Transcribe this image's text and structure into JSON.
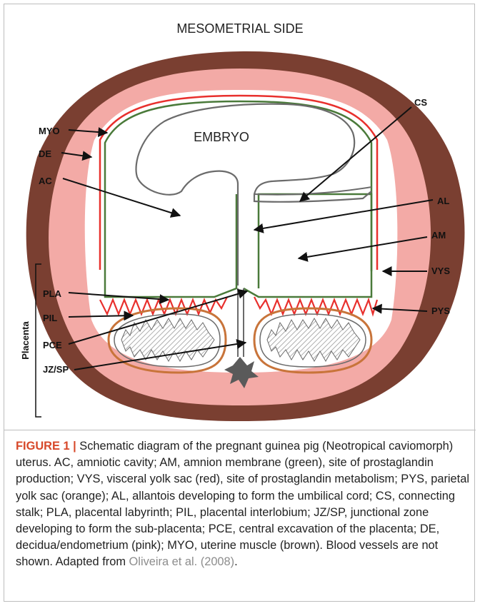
{
  "diagram": {
    "title": "MESOMETRIAL SIDE",
    "embryo_label": "EMBRYO",
    "labels": {
      "myo": "MYO",
      "de": "DE",
      "ac": "AC",
      "cs": "CS",
      "al": "AL",
      "am": "AM",
      "vys": "VYS",
      "pys": "PYS",
      "pla": "PLA",
      "pil": "PIL",
      "pce": "PCE",
      "jzsp": "JZ/SP",
      "placenta": "Placenta"
    },
    "colors": {
      "myometrium": "#7a3f31",
      "decidua": "#f3aaa6",
      "amnion": "#4a7a3a",
      "visceral_yolk_sac": "#e8302d",
      "parietal_yolk_sac": "#c8743a",
      "labyrinth_hatch": "#9a9a9a",
      "junctional_zone": "#5a5a5a"
    }
  },
  "caption": {
    "figure_label": "FIGURE 1 |",
    "text": " Schematic diagram of the pregnant guinea pig (Neotropical caviomorph) uterus. AC, amniotic cavity; AM, amnion membrane (green), site of prostaglandin production; VYS, visceral yolk sac (red), site of prostaglandin metabolism; PYS, parietal yolk sac (orange); AL, allantois developing to form the umbilical cord; CS, connecting stalk; PLA, placental labyrinth; PIL, placental interlobium; JZ/SP, junctional zone developing to form the sub-placenta; PCE, central excavation of the placenta; DE, decidua/endometrium (pink); MYO, uterine muscle (brown). Blood vessels are not shown. Adapted from ",
    "reference": "Oliveira et al. (2008)",
    "end": "."
  }
}
